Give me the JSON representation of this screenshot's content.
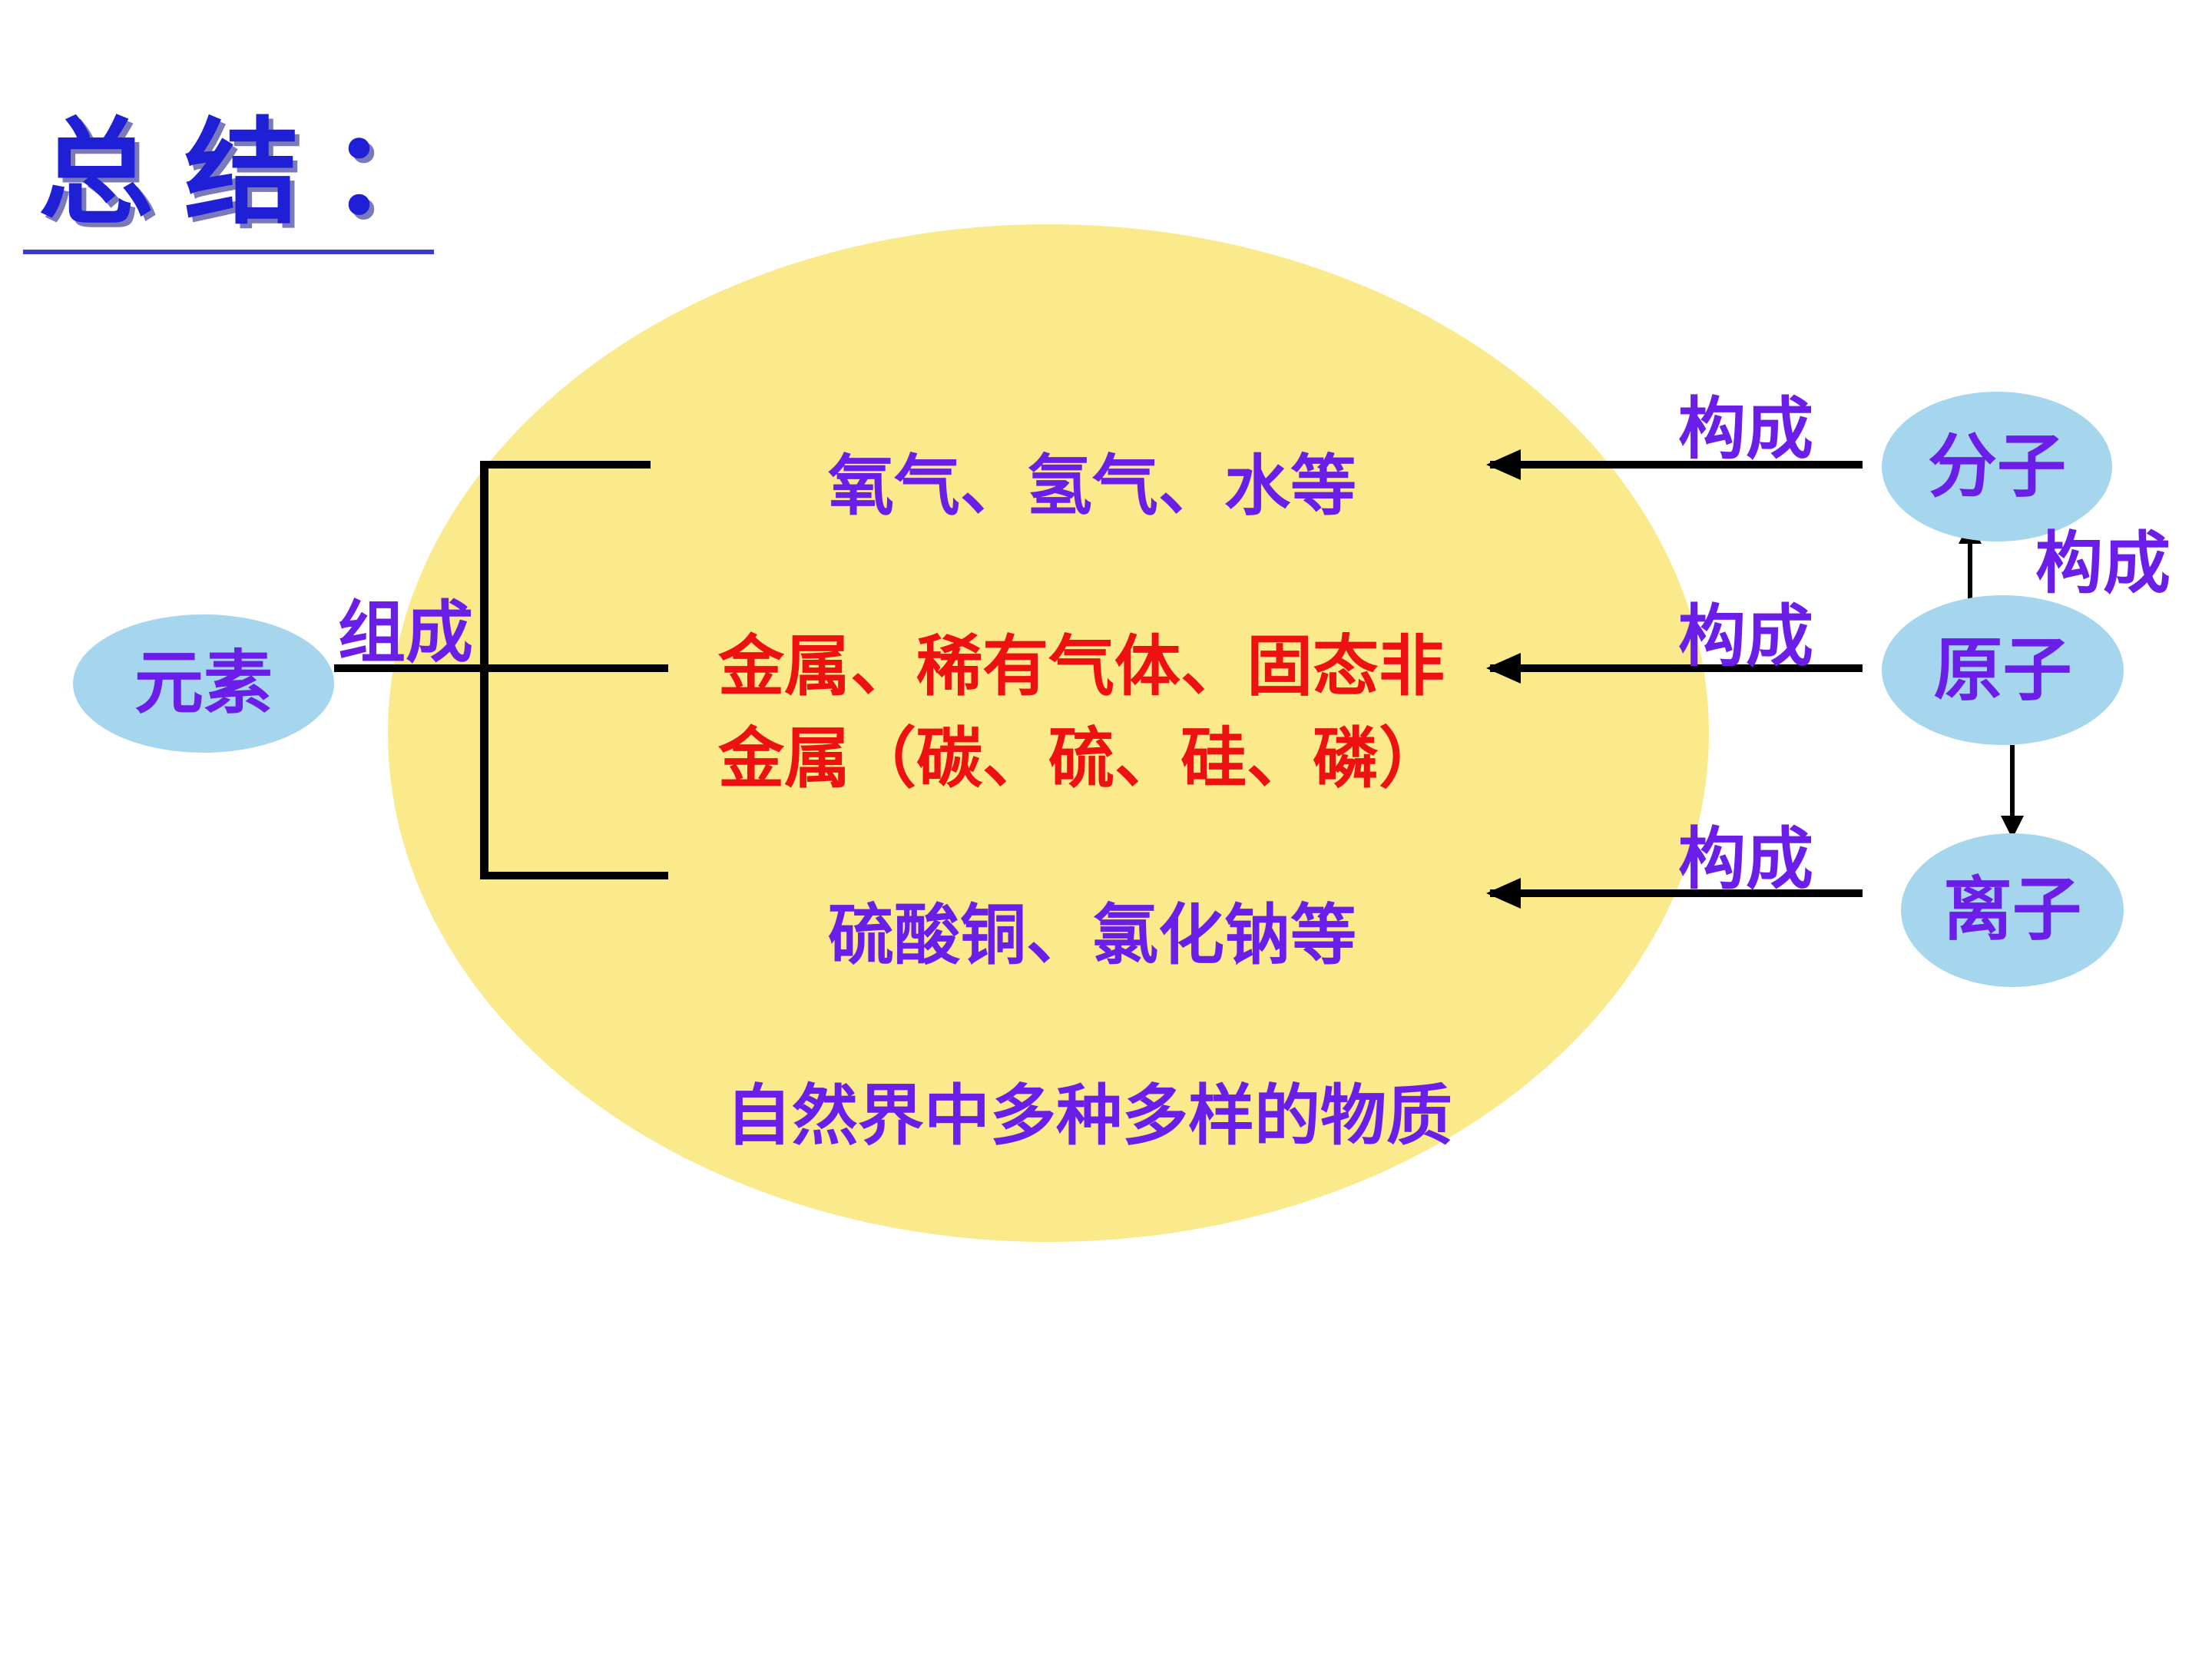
{
  "colors": {
    "purple_text": "#6a1ee8",
    "red_text": "#ee1111",
    "title_blue": "#1f1fd6",
    "yellow_circle": "#faea8c",
    "light_blue_bubble": "#a6d6ee",
    "line_black": "#000000"
  },
  "title": "总结：",
  "nodes": {
    "element": "元素",
    "molecule": "分子",
    "atom": "原子",
    "ion": "离子"
  },
  "labels": {
    "compose": "组成",
    "constitute_top": "构成",
    "constitute_atom_to_molecule": "构成",
    "constitute_middle": "构成",
    "constitute_bottom": "构成"
  },
  "substances": {
    "molecular": "氧气、氢气、水等",
    "atomic_line1": "金属、稀有气体、固态非",
    "atomic_line2": "金属（碳、硫、硅、磷）",
    "ionic": "硫酸铜、氯化钠等",
    "caption": "自然界中多种多样的物质"
  }
}
